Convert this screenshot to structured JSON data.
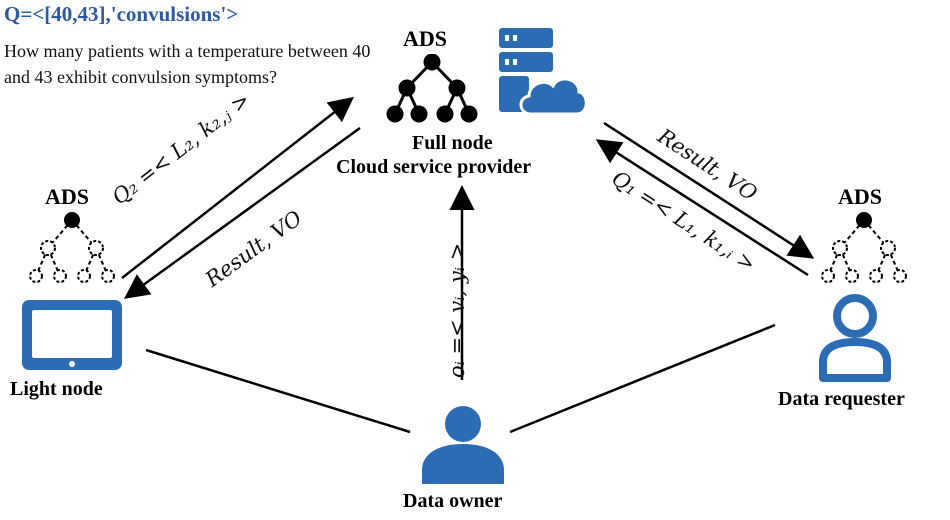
{
  "query": {
    "expression": "Q=<[40,43],'convulsions'>",
    "question": "How many patients with a temperature between 40 and 43 exhibit convulsion symptoms?"
  },
  "full_node": {
    "ads_label": "ADS",
    "label": "Full node",
    "sublabel": "Cloud service provider",
    "icons": [
      "tree-icon",
      "server-icon",
      "cloud-icon"
    ]
  },
  "light_node": {
    "ads_label": "ADS",
    "label": "Light node",
    "icons": [
      "dashed-tree-icon",
      "tablet-icon"
    ]
  },
  "data_requester": {
    "ads_label": "ADS",
    "label": "Data requester",
    "icons": [
      "dashed-tree-icon",
      "user-outline-icon"
    ]
  },
  "data_owner": {
    "label": "Data owner",
    "icons": [
      "user-filled-icon"
    ]
  },
  "edges": {
    "q2": "Q₂ =< L₂, k₂,ⱼ >",
    "result_light": "Result, VO",
    "result_requester": "Result, VO",
    "q1": "Q₁ =< L₁, k₁,ᵢ >",
    "oi": "oᵢ =< vᵢ, yᵢ >"
  },
  "colors": {
    "accent_blue": "#2b6cb5",
    "query_text": "#2c5aa0",
    "line": "#000000"
  }
}
